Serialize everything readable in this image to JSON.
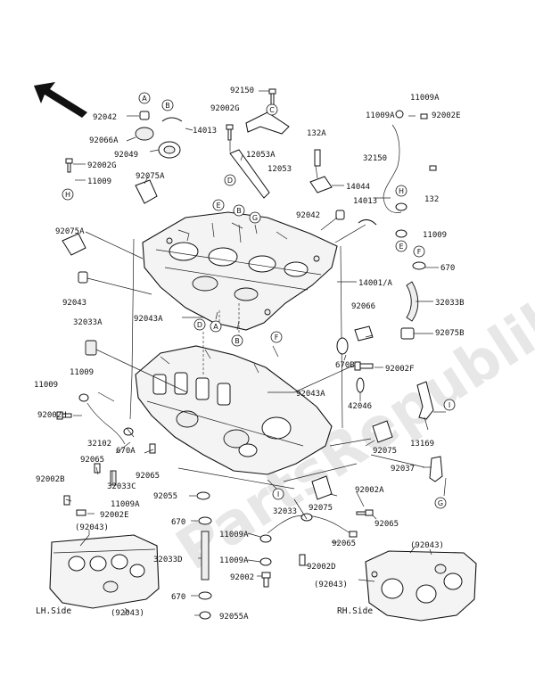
{
  "labels": {
    "p92150": "92150",
    "p11009A_top": "11009A",
    "p92042_a": "92042",
    "p92002G_a": "92002G",
    "p11009A_b": "11009A",
    "p92002E_a": "92002E",
    "p14013_a": "14013",
    "p92066A": "92066A",
    "p132A": "132A",
    "p32150": "32150",
    "p92049": "92049",
    "p12053A": "12053A",
    "p12053": "12053",
    "p92002G_b": "92002G",
    "p14044": "14044",
    "p11009_a": "11009",
    "p132": "132",
    "p92075A_a": "92075A",
    "p14013_b": "14013",
    "p92042_b": "92042",
    "p11009_b": "11009",
    "p92075A_b": "92075A",
    "p670_a": "670",
    "p14001A": "14001/A",
    "p92043_a": "92043",
    "p32033B": "32033B",
    "p92066": "92066",
    "p32033A": "32033A",
    "p92043A_a": "92043A",
    "p92075B": "92075B",
    "p670B": "670B",
    "p92002F": "92002F",
    "p11009_c": "11009",
    "p92043A_b": "92043A",
    "p11009_d": "11009",
    "p42046": "42046",
    "p92002H": "92002H",
    "p32102": "32102",
    "p13169": "13169",
    "p670A": "670A",
    "p92075": "92075",
    "p92065_a": "92065",
    "p92065_b": "92065",
    "p92037": "92037",
    "p32033C": "32033C",
    "p92002B": "92002B",
    "p92055": "92055",
    "p11009A_c": "11009A",
    "p32033": "32033",
    "p92002A": "92002A",
    "p92075_b": "92075",
    "p92002E_b": "92002E",
    "p92065_c": "92065",
    "p670_b": "670",
    "p11009A_d": "11009A",
    "p92065_d": "92065",
    "p92043_lh_a": "(92043)",
    "p92043_rh_a": "(92043)",
    "p32033D": "32033D",
    "p11009A_e": "11009A",
    "p92002D": "92002D",
    "p92002": "92002",
    "p92043_rh_b": "(92043)",
    "p670_c": "670",
    "p92055A": "92055A",
    "p92043_lh_b": "(92043)",
    "lh_side": "LH.Side",
    "rh_side": "RH.Side"
  },
  "callouts": {
    "A": "A",
    "B": "B",
    "C": "C",
    "D": "D",
    "E": "E",
    "F": "F",
    "G": "G",
    "H": "H",
    "I": "I"
  },
  "watermark": "PartsRepublik"
}
